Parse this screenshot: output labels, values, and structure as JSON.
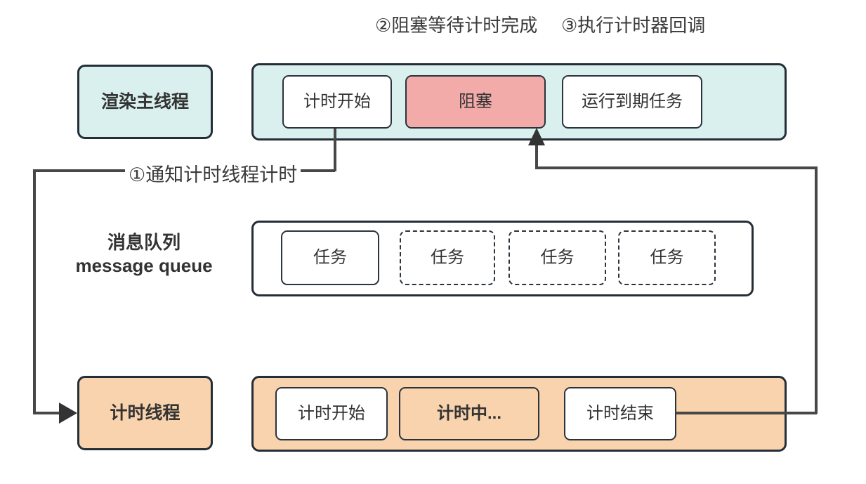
{
  "steps": {
    "step1_label": "①通知计时线程计时",
    "step2_label": "②阻塞等待计时完成",
    "step3_label": "③执行计时器回调"
  },
  "render_thread": {
    "label": "渲染主线程",
    "timer_start": "计时开始",
    "blocked": "阻塞",
    "run_due_tasks": "运行到期任务"
  },
  "message_queue": {
    "label_zh": "消息队列",
    "label_en": "message queue",
    "task1": "任务",
    "task2": "任务",
    "task3": "任务",
    "task4": "任务"
  },
  "timer_thread": {
    "label": "计时线程",
    "timer_start": "计时开始",
    "timing": "计时中...",
    "timer_end": "计时结束"
  },
  "colors": {
    "cyan_fill": "#d9f0ee",
    "pink_fill": "#f3abaa",
    "orange_fill": "#f8d3ad",
    "box_border": "#252e38",
    "line": "#474747",
    "text": "#333333"
  }
}
